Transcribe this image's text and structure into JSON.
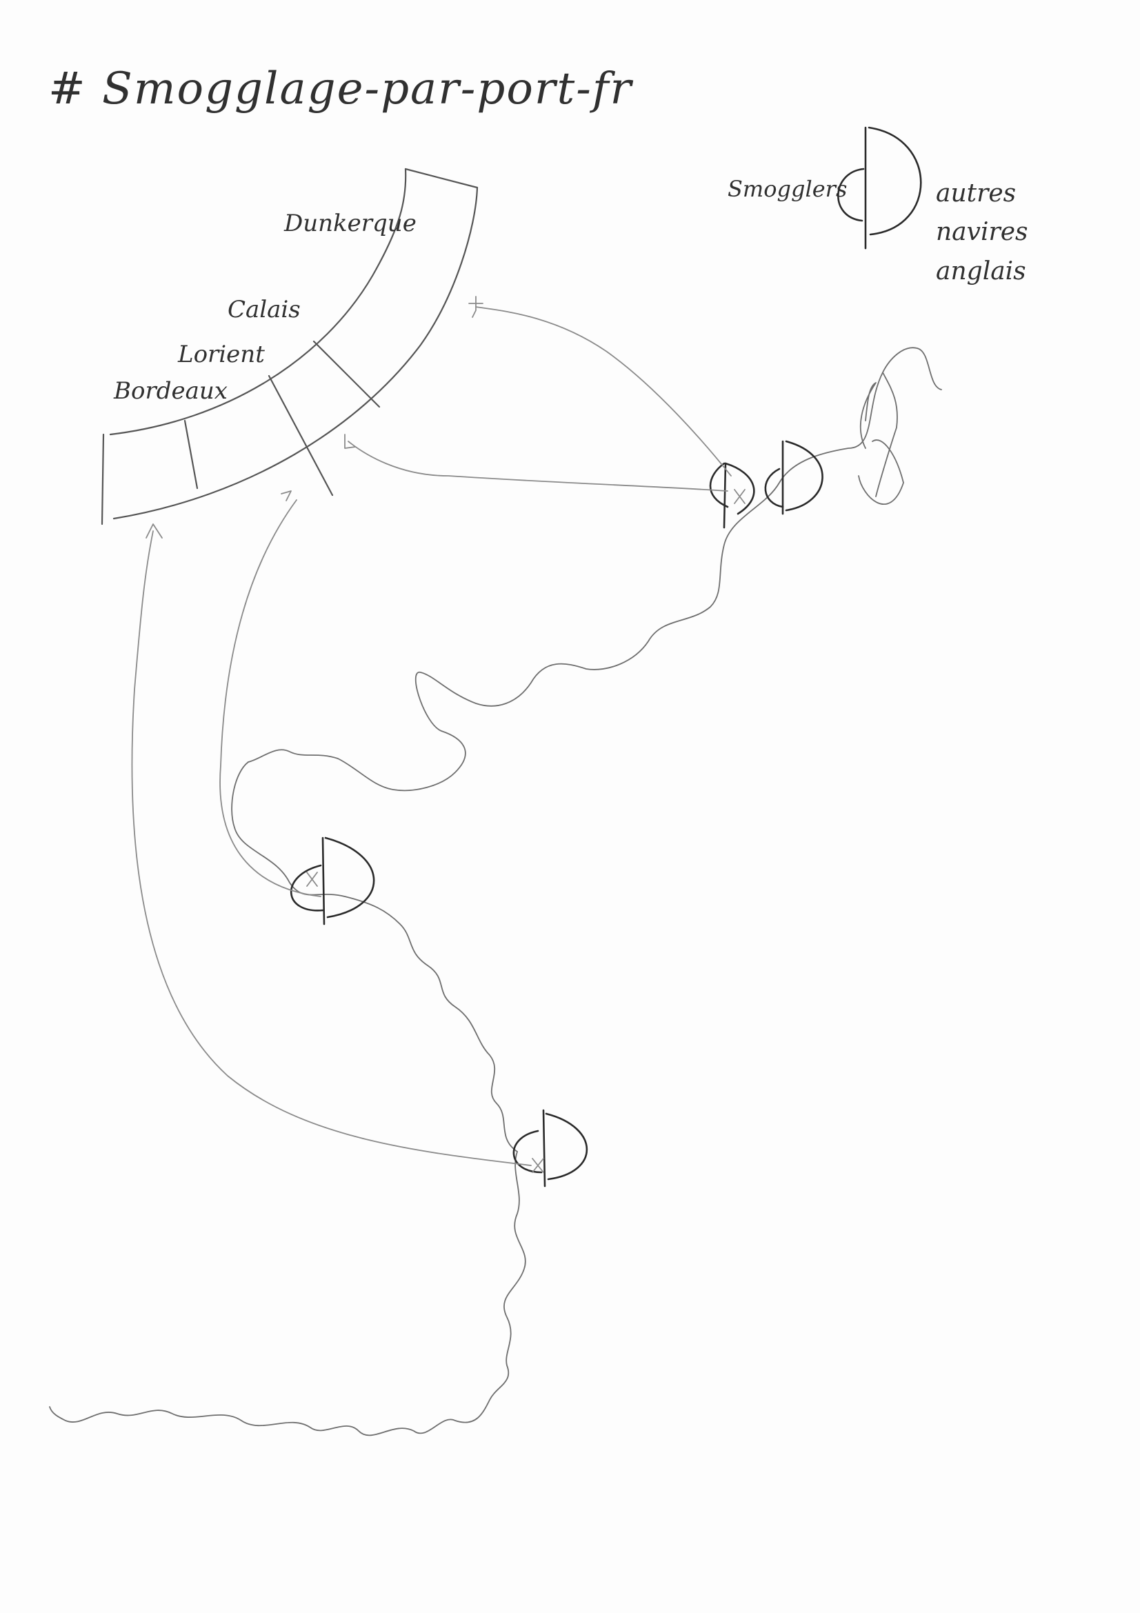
{
  "title": "# Smogglage-par-port-fr",
  "ports": {
    "dunkerque": "Dunkerque",
    "calais": "Calais",
    "lorient": "Lorient",
    "bordeaux": "Bordeaux"
  },
  "legend": {
    "left_label": "Smogglers",
    "right_lines": [
      "autres",
      "navires",
      "anglais"
    ]
  },
  "colors": {
    "ink": "#2a2a2a",
    "pencil": "#8a8a8a",
    "paper": "#fdfdfd"
  }
}
